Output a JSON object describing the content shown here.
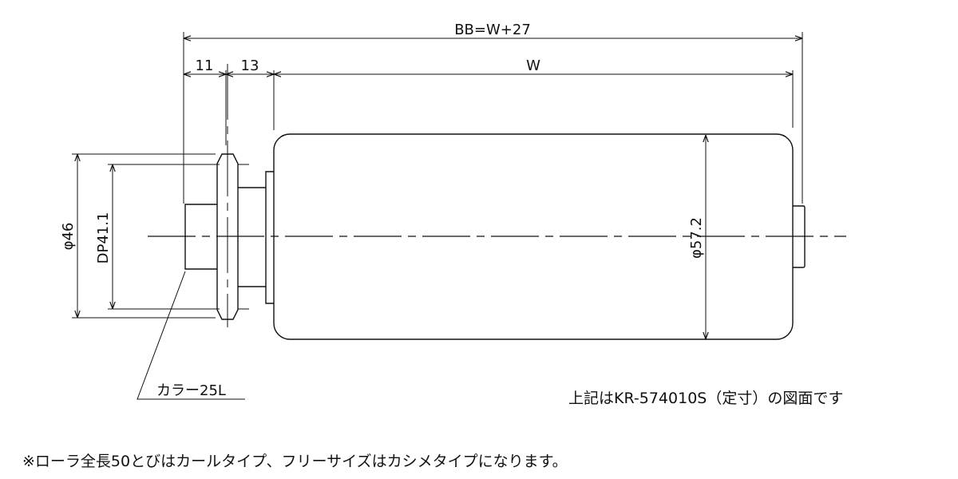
{
  "dimensions": {
    "overall": "BB=W+27",
    "left_gap": "11",
    "flange_gap": "13",
    "roller_width": "W",
    "outer_diameter": "φ46",
    "pitch_diameter": "DP41.1",
    "roller_diameter": "φ57.2"
  },
  "callout": {
    "collar": "カラー25L"
  },
  "notes": {
    "drawing_ref": "上記はKR-574010S（定寸）の図面です",
    "footnote": "※ローラ全長50とびはカールタイプ、フリーサイズはカシメタイプになります。"
  }
}
